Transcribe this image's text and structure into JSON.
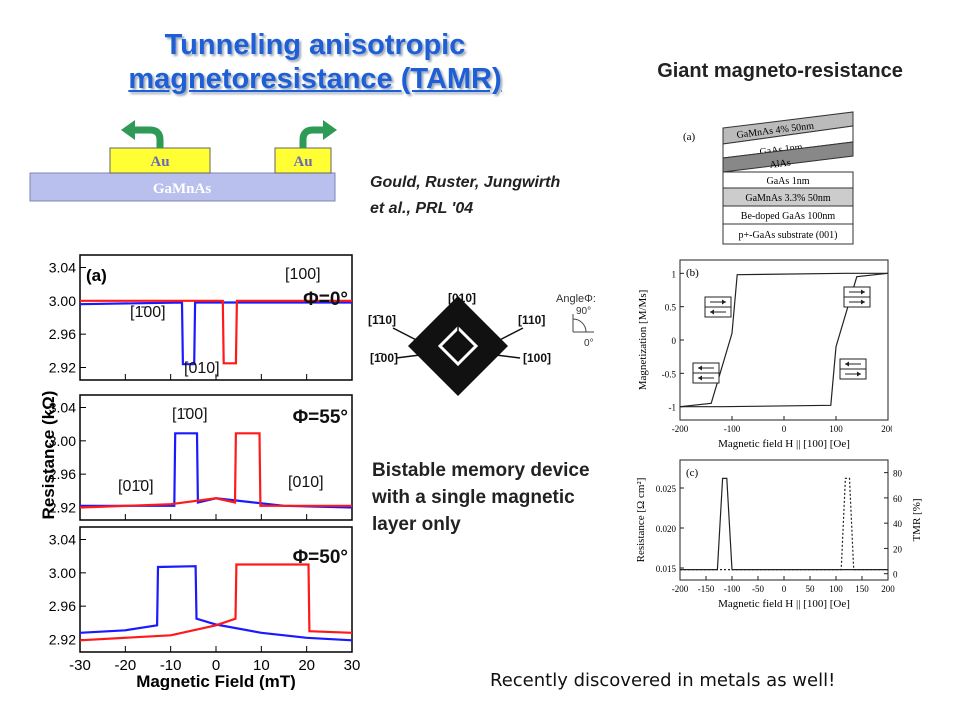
{
  "title": {
    "line1": "Tunneling anisotropic",
    "line2": "magnetoresistance (TAMR)"
  },
  "gmr_title": "Giant magneto-resistance",
  "reference": {
    "line1": "Gould, Ruster, Jungwirth",
    "line2": "et al., PRL '04"
  },
  "device": {
    "contact_left": "Au",
    "contact_right": "Au",
    "layer": "GaMnAs"
  },
  "bistable_text": "Bistable memory device with a single magnetic layer only",
  "footer": "Recently discovered in metals as well!",
  "tamr_plot": {
    "ylabel": "Resistance (kΩ)",
    "xlabel": "Magnetic Field (mT)",
    "y_ticks": [
      "3.04",
      "3.00",
      "2.96",
      "2.92"
    ],
    "x_ticks": [
      "-30",
      "-20",
      "-10",
      "0",
      "10",
      "20",
      "30"
    ],
    "panels": [
      {
        "phi": "Φ=0°",
        "panel_label": "(a)",
        "labels": [
          "[100]",
          "[1̄00]",
          "[010]"
        ]
      },
      {
        "phi": "Φ=55°",
        "labels": [
          "[1̄00]",
          "[01̄0]",
          "[010]"
        ]
      },
      {
        "phi": "Φ=50°",
        "labels": []
      }
    ],
    "series_colors": {
      "blue": "#1a1aff",
      "red": "#ff1a1a"
    }
  },
  "crystal": {
    "labels": [
      "[010]",
      "[1̄10]",
      "[110]",
      "[1̄00]",
      "[100]"
    ],
    "angle_label": "AngleΦ:",
    "angle_90": "90°",
    "angle_0": "0°"
  },
  "gmr_stack": {
    "panel_label": "(a)",
    "layers": [
      "GaMnAs 4% 50nm",
      "GaAs 1nm",
      "AlAs",
      "GaAs 1nm",
      "GaMnAs 3.3% 50nm",
      "Be-doped GaAs 100nm",
      "p+-GaAs substrate (001)"
    ]
  },
  "gmr_b": {
    "panel_label": "(b)",
    "ylabel": "Magnetization [M/Ms]",
    "xlabel": "Magnetic field H || [100] [Oe]",
    "y_ticks": [
      "1",
      "0.5",
      "0",
      "-0.5",
      "-1"
    ],
    "x_ticks": [
      "-200",
      "-100",
      "0",
      "100",
      "200"
    ]
  },
  "gmr_c": {
    "panel_label": "(c)",
    "ylabel": "Resistance [Ω cm²]",
    "y2label": "TMR [%]",
    "xlabel": "Magnetic field H || [100] [Oe]",
    "y_ticks": [
      "0.025",
      "0.020",
      "0.015"
    ],
    "y2_ticks": [
      "80",
      "60",
      "40",
      "20",
      "0"
    ],
    "x_ticks": [
      "-200",
      "-150",
      "-100",
      "-50",
      "0",
      "50",
      "100",
      "150",
      "200"
    ]
  }
}
